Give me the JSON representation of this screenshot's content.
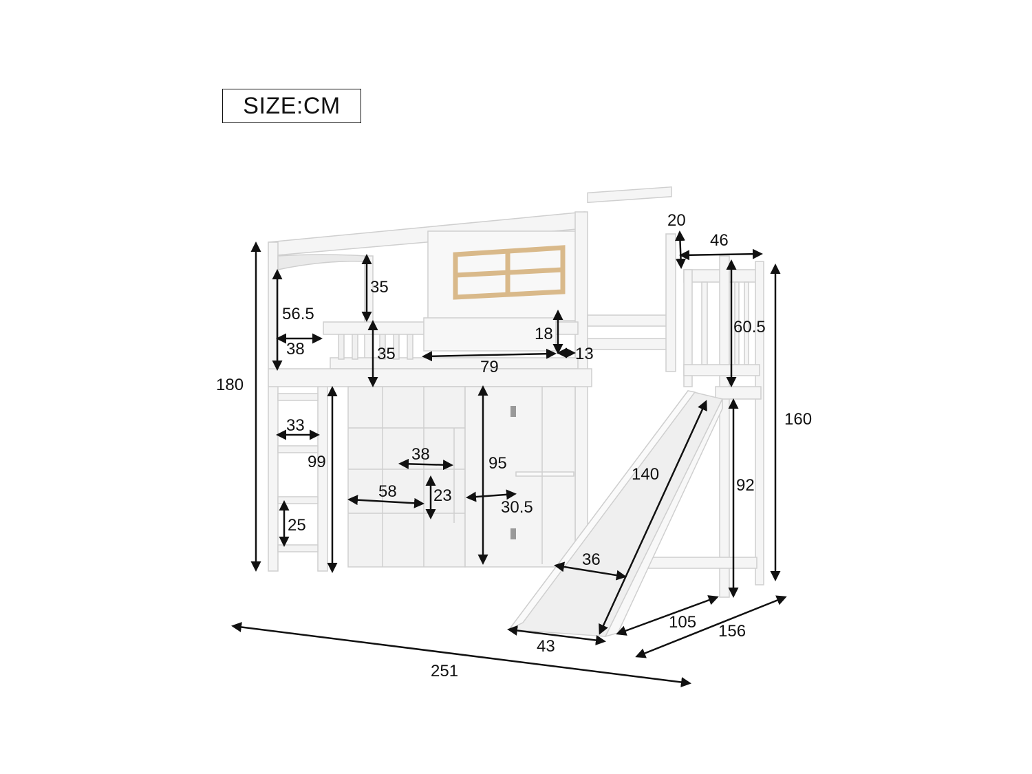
{
  "title": "SIZE:CM",
  "colors": {
    "frame": "#f4f4f4",
    "frame_edge": "#d2d2d2",
    "shade": "#e6e6e6",
    "wood": "#d9b98a",
    "arrow": "#111111"
  },
  "product": "Loft bed with window panel, guard rails, ladder, staircase storage shelves, wardrobe cabinet and slide",
  "dimensions": {
    "overall_height": "180",
    "top_frame_to_rail": "56.5",
    "window_gap_height": "35",
    "guardrail_height": "35",
    "ladder_entry_width": "38",
    "front_panel_height": "18",
    "front_panel_width": "79",
    "rail_gap": "13",
    "platform_step_height": "20",
    "platform_width": "46",
    "platform_rail_height": "60.5",
    "right_side_height": "160",
    "ladder_width": "33",
    "underbed_clearance": "99",
    "rung_spacing": "25",
    "shelf_width": "38",
    "shelf_unit_width": "58",
    "shelf_height": "23",
    "cabinet_height": "95",
    "cabinet_depth": "30.5",
    "slide_length": "140",
    "slide_inner_width": "36",
    "slide_outer_width": "43",
    "slide_depth_projection": "105",
    "overall_depth": "156",
    "overall_length": "251",
    "platform_height": "92"
  }
}
